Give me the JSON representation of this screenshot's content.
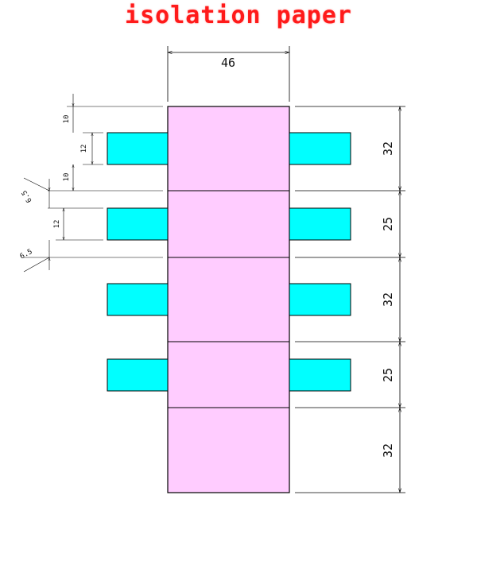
{
  "title": "isolation paper",
  "colors": {
    "paper": "#ffccff",
    "tab": "#00ffff",
    "stroke": "#000000",
    "title": "#ff1a1a"
  },
  "dimensions": {
    "width": "46",
    "segments": [
      "32",
      "25",
      "32",
      "25",
      "32"
    ],
    "top_margin": "10",
    "tab_height": "12",
    "lower_margin": "10",
    "gap_a": "6.5",
    "tab_height_2": "12",
    "gap_b": "6.5"
  }
}
